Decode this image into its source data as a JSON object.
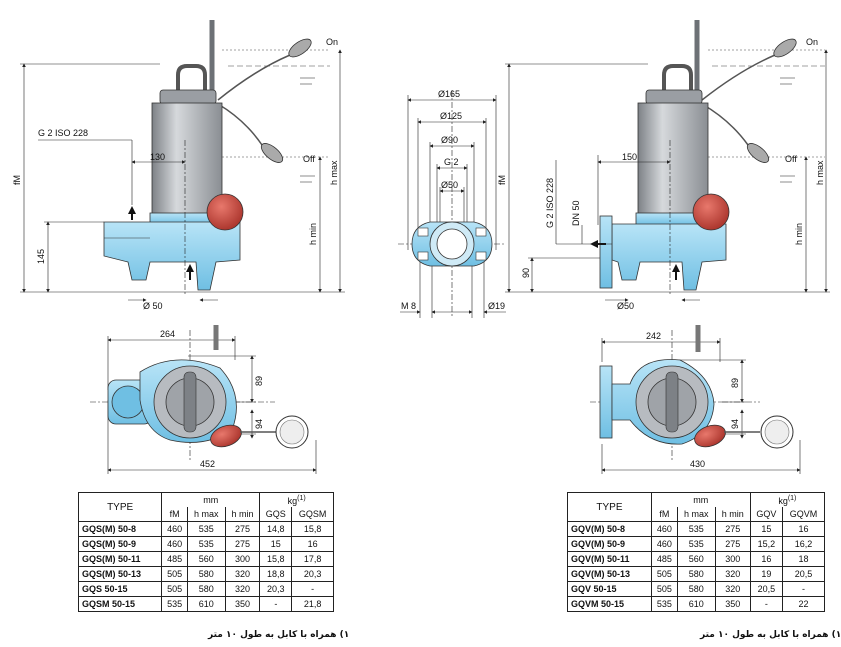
{
  "colors": {
    "pump_blue": "#8fd1ef",
    "motor_grey": "#a9adb2",
    "cable_grey": "#8a8e93",
    "float_red": "#c9453a",
    "line": "#222222"
  },
  "left_view": {
    "labels": {
      "on": "On",
      "off": "Off",
      "g_iso": "G 2 ISO 228",
      "fm": "fM",
      "h_max": "h max",
      "h_min": "h min",
      "d145": "145",
      "d130": "130",
      "phi50": "Ø 50"
    },
    "top": {
      "d264": "264",
      "d89": "89",
      "d94": "94",
      "d452": "452"
    }
  },
  "flange_view": {
    "labels": {
      "phi165": "Ø165",
      "phi125": "Ø125",
      "phi90": "Ø90",
      "g2": "G 2",
      "phi50": "Ø50",
      "m8": "M 8",
      "phi19": "Ø19"
    }
  },
  "right_view": {
    "labels": {
      "on": "On",
      "off": "Off",
      "g_iso": "G 2 ISO 228",
      "dn50": "DN 50",
      "fm": "fM",
      "h_max": "h max",
      "h_min": "h min",
      "d150": "150",
      "d90": "90",
      "phi50": "Ø50"
    },
    "top": {
      "d242": "242",
      "d89": "89",
      "d94": "94",
      "d430": "430"
    }
  },
  "table_left": {
    "headers": {
      "type": "TYPE",
      "mm": "mm",
      "kg": "kg",
      "kg_sup": "(1)",
      "fm": "fM",
      "hmax": "h max",
      "hmin": "h min",
      "kg1": "GQS",
      "kg2": "GQSM"
    },
    "rows": [
      {
        "type": "GQS(M) 50-8",
        "fm": "460",
        "hmax": "535",
        "hmin": "275",
        "k1": "14,8",
        "k2": "15,8"
      },
      {
        "type": "GQS(M) 50-9",
        "fm": "460",
        "hmax": "535",
        "hmin": "275",
        "k1": "15",
        "k2": "16"
      },
      {
        "type": "GQS(M) 50-11",
        "fm": "485",
        "hmax": "560",
        "hmin": "300",
        "k1": "15,8",
        "k2": "17,8"
      },
      {
        "type": "GQS(M) 50-13",
        "fm": "505",
        "hmax": "580",
        "hmin": "320",
        "k1": "18,8",
        "k2": "20,3"
      },
      {
        "type": "GQS 50-15",
        "fm": "505",
        "hmax": "580",
        "hmin": "320",
        "k1": "20,3",
        "k2": "-"
      },
      {
        "type": "GQSM 50-15",
        "fm": "535",
        "hmax": "610",
        "hmin": "350",
        "k1": "-",
        "k2": "21,8"
      }
    ],
    "note": "۱) همراه با کابل به طول ۱۰ متر"
  },
  "table_right": {
    "headers": {
      "type": "TYPE",
      "mm": "mm",
      "kg": "kg",
      "kg_sup": "(1)",
      "fm": "fM",
      "hmax": "h max",
      "hmin": "h min",
      "kg1": "GQV",
      "kg2": "GQVM"
    },
    "rows": [
      {
        "type": "GQV(M) 50-8",
        "fm": "460",
        "hmax": "535",
        "hmin": "275",
        "k1": "15",
        "k2": "16"
      },
      {
        "type": "GQV(M) 50-9",
        "fm": "460",
        "hmax": "535",
        "hmin": "275",
        "k1": "15,2",
        "k2": "16,2"
      },
      {
        "type": "GQV(M) 50-11",
        "fm": "485",
        "hmax": "560",
        "hmin": "300",
        "k1": "16",
        "k2": "18"
      },
      {
        "type": "GQV(M) 50-13",
        "fm": "505",
        "hmax": "580",
        "hmin": "320",
        "k1": "19",
        "k2": "20,5"
      },
      {
        "type": "GQV 50-15",
        "fm": "505",
        "hmax": "580",
        "hmin": "320",
        "k1": "20,5",
        "k2": "-"
      },
      {
        "type": "GQVM 50-15",
        "fm": "535",
        "hmax": "610",
        "hmin": "350",
        "k1": "-",
        "k2": "22"
      }
    ],
    "note": "۱) همراه با کابل به طول ۱۰ متر"
  }
}
